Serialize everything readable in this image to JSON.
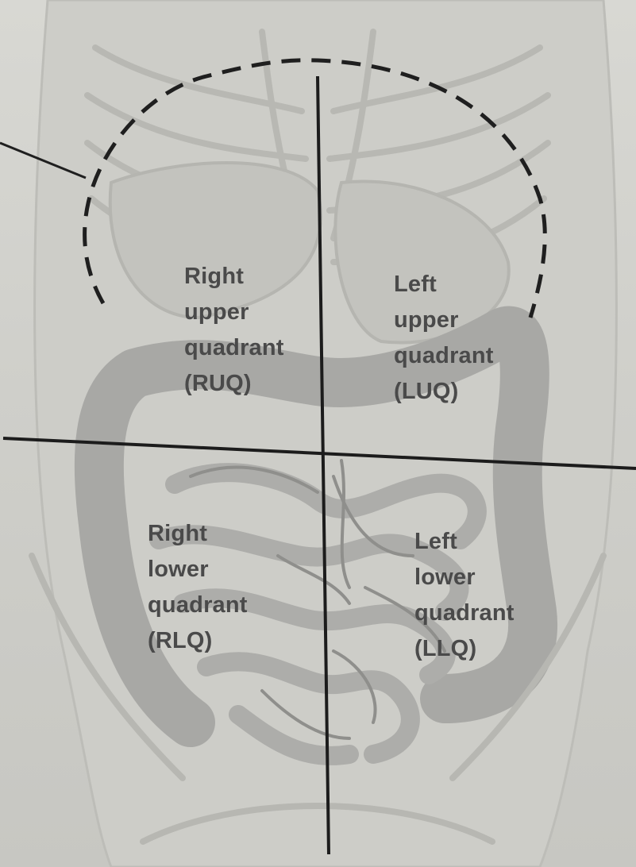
{
  "quadrants": {
    "ruq": {
      "line1": "Right",
      "line2": "upper",
      "line3": "quadrant",
      "line4": "(RUQ)"
    },
    "luq": {
      "line1": "Left",
      "line2": "upper",
      "line3": "quadrant",
      "line4": "(LUQ)"
    },
    "rlq": {
      "line1": "Right",
      "line2": "lower",
      "line3": "quadrant",
      "line4": "(RLQ)"
    },
    "llq": {
      "line1": "Left",
      "line2": "lower",
      "line3": "quadrant",
      "line4": "(LLQ)"
    }
  },
  "colors": {
    "background": "#d3d3ce",
    "anatomy_fill": "#a9a9a6",
    "anatomy_line": "#b9b9b5",
    "divider_line": "#1c1c1c",
    "label_text": "#4a4a4a"
  }
}
